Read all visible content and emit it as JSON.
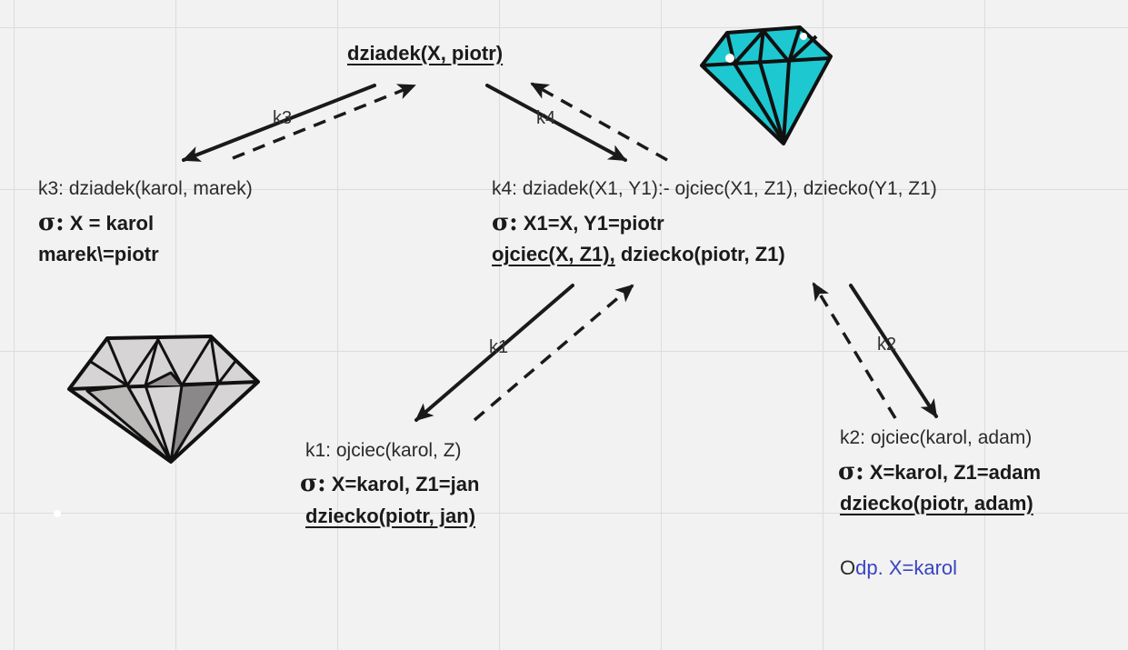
{
  "root": {
    "goal": "dziadek(X, piotr)"
  },
  "edges": {
    "k3": "k3",
    "k4": "k4",
    "k1": "k1",
    "k2": "k2"
  },
  "nodes": {
    "k3": {
      "rule": "k3: dziadek(karol, marek)",
      "sigma": "X = karol",
      "result": "marek\\=piotr"
    },
    "k4": {
      "rule": "k4: dziadek(X1, Y1):- ojciec(X1, Z1), dziecko(Y1,  Z1)",
      "sigma": "X1=X, Y1=piotr",
      "goal_underlined": "ojciec(X, Z1),",
      "goal_rest": " dziecko(piotr, Z1)"
    },
    "k1": {
      "rule": "k1: ojciec(karol, Z)",
      "sigma": "X=karol, Z1=jan",
      "result": "dziecko(piotr, jan)"
    },
    "k2": {
      "rule": "k2: ojciec(karol, adam)",
      "sigma": "X=karol, Z1=adam",
      "result": "dziecko(piotr, adam)"
    }
  },
  "sigma_symbol": "σ:",
  "answer": {
    "first": "O",
    "rest": "dp. X=karol"
  },
  "colors": {
    "answer": "#3a44c0",
    "cyan_diamond": "#1ec8d0",
    "gray_diamond": "#8a8888"
  }
}
